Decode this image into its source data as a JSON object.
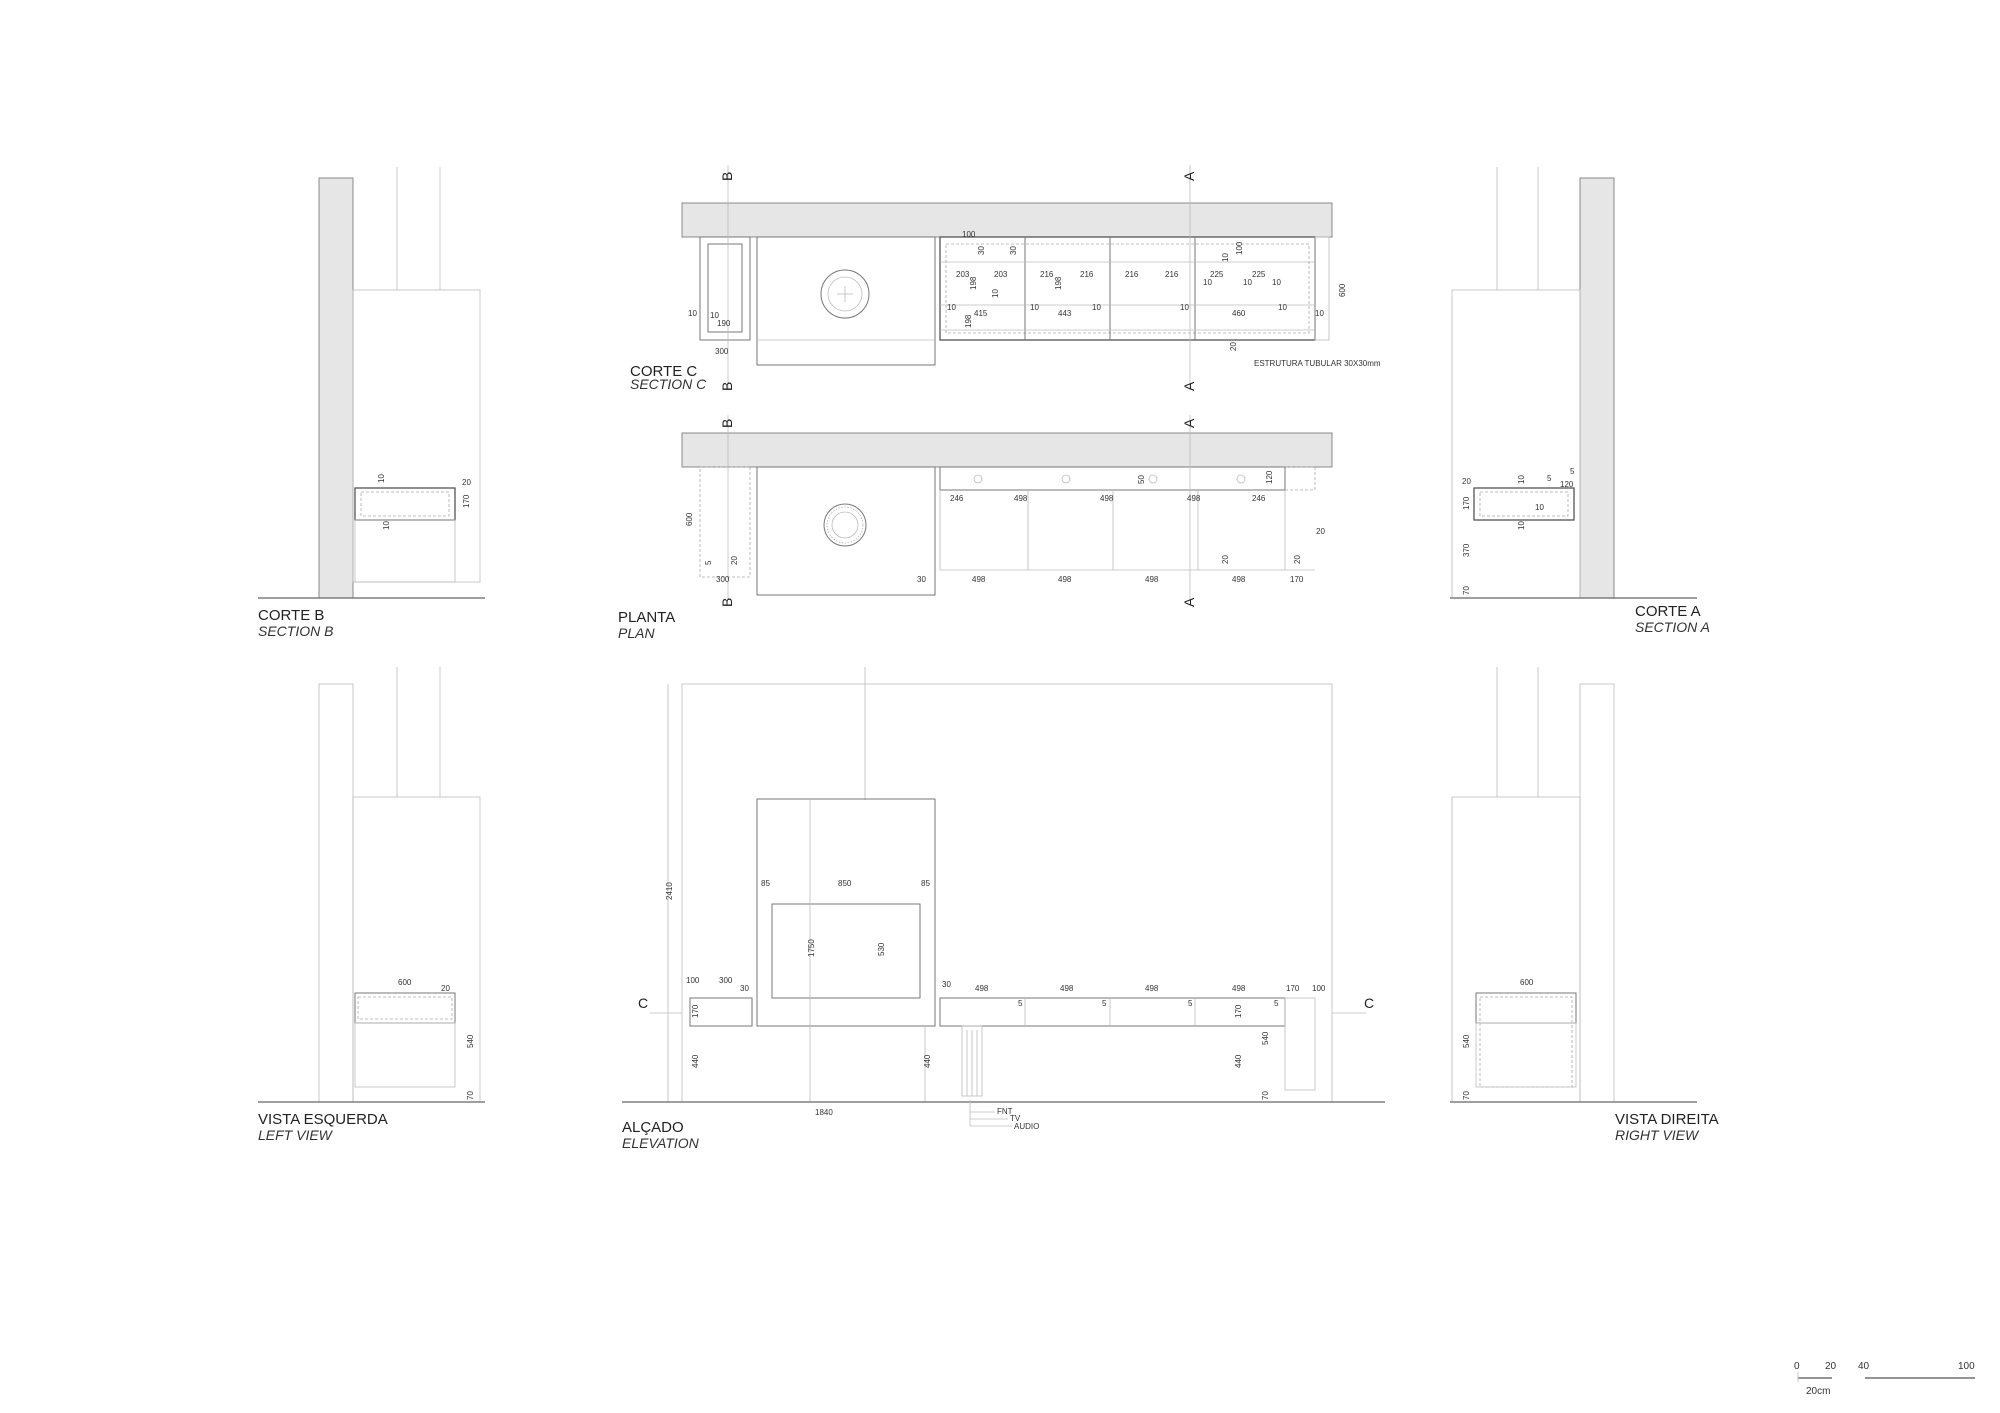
{
  "views": {
    "section_b": {
      "title": "CORTE B",
      "subtitle": "SECTION B"
    },
    "section_c": {
      "title": "CORTE C",
      "subtitle": "SECTION C"
    },
    "plan": {
      "title": "PLANTA",
      "subtitle": "PLAN"
    },
    "section_a": {
      "title": "CORTE A",
      "subtitle": "SECTION A"
    },
    "left_view": {
      "title": "VISTA ESQUERDA",
      "subtitle": "LEFT VIEW"
    },
    "elevation": {
      "title": "ALÇADO",
      "subtitle": "ELEVATION"
    },
    "right_view": {
      "title": "VISTA DIREITA",
      "subtitle": "RIGHT VIEW"
    }
  },
  "cut_markers": {
    "a": "A",
    "b": "B",
    "c": "C"
  },
  "notes": {
    "structure": "ESTRUTURA TUBULAR 30X30mm",
    "fnt": "FNT",
    "tv": "TV",
    "audio": "AUDIO"
  },
  "dimensions": {
    "section_c": [
      "100",
      "30",
      "30",
      "100",
      "10",
      "203",
      "203",
      "198",
      "10",
      "216",
      "216",
      "198",
      "216",
      "216",
      "225",
      "225",
      "10",
      "10",
      "10",
      "10",
      "415",
      "198",
      "443",
      "10",
      "10",
      "460",
      "10",
      "10",
      "10",
      "190",
      "300",
      "600",
      "20"
    ],
    "plan": [
      "600",
      "5",
      "20",
      "300",
      "30",
      "246",
      "498",
      "498",
      "498",
      "246",
      "50",
      "120",
      "20",
      "498",
      "498",
      "498",
      "498",
      "20",
      "20",
      "170"
    ],
    "section_b": [
      "10",
      "20",
      "170",
      "10"
    ],
    "section_a": [
      "20",
      "10",
      "5",
      "120",
      "5",
      "170",
      "10",
      "10",
      "370",
      "70"
    ],
    "left_view": [
      "600",
      "20",
      "540",
      "70"
    ],
    "elevation": [
      "2410",
      "85",
      "850",
      "85",
      "1750",
      "530",
      "100",
      "300",
      "30",
      "30",
      "498",
      "498",
      "498",
      "498",
      "170",
      "100",
      "5",
      "5",
      "5",
      "5",
      "170",
      "170",
      "540",
      "440",
      "440",
      "440",
      "70",
      "1840"
    ],
    "right_view": [
      "600",
      "540",
      "70"
    ]
  },
  "scale_bar": {
    "ticks": [
      "0",
      "20",
      "40",
      "100"
    ],
    "unit": "20cm"
  }
}
